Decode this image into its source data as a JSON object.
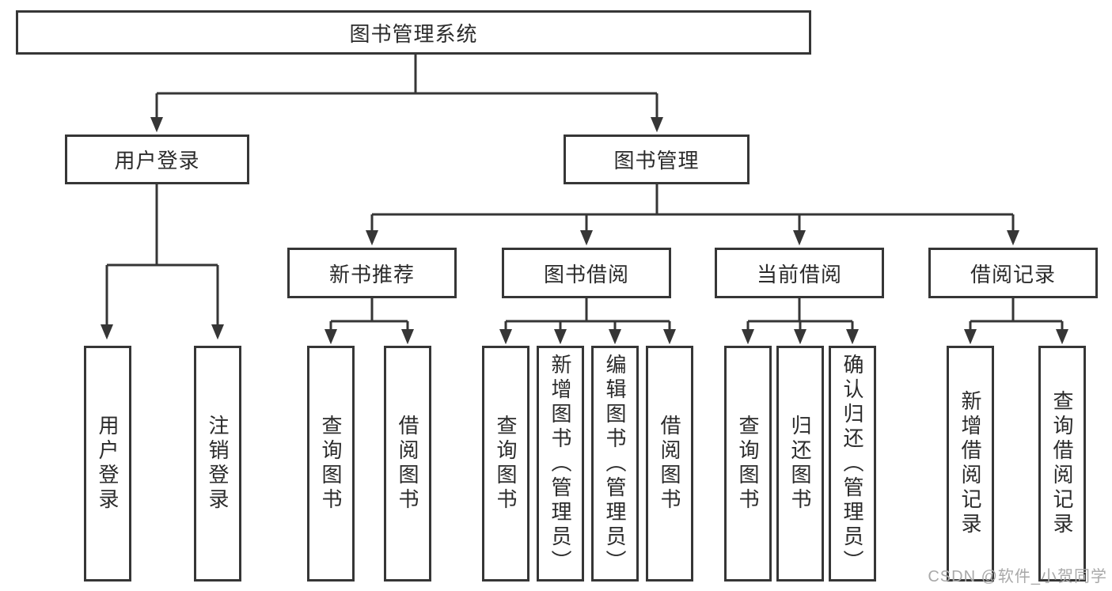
{
  "colors": {
    "background": "#ffffff",
    "line": "#363636",
    "text": "#2b2b2b",
    "watermark": "#a9a9a9"
  },
  "diagram": {
    "root_label": "图书管理系统",
    "user_login": {
      "label": "用户登录",
      "children": [
        "用户登录",
        "注销登录"
      ]
    },
    "book_mgmt": {
      "label": "图书管理",
      "groups": [
        {
          "label": "新书推荐",
          "children": [
            "查询图书",
            "借阅图书"
          ]
        },
        {
          "label": "图书借阅",
          "children": [
            "查询图书",
            "新增图书（管理员）",
            "编辑图书（管理员）",
            "借阅图书"
          ]
        },
        {
          "label": "当前借阅",
          "children": [
            "查询图书",
            "归还图书",
            "确认归还（管理员）"
          ]
        },
        {
          "label": "借阅记录",
          "children": [
            "新增借阅记录",
            "查询借阅记录"
          ]
        }
      ]
    }
  },
  "watermark": "CSDN @软件_小贺同学"
}
